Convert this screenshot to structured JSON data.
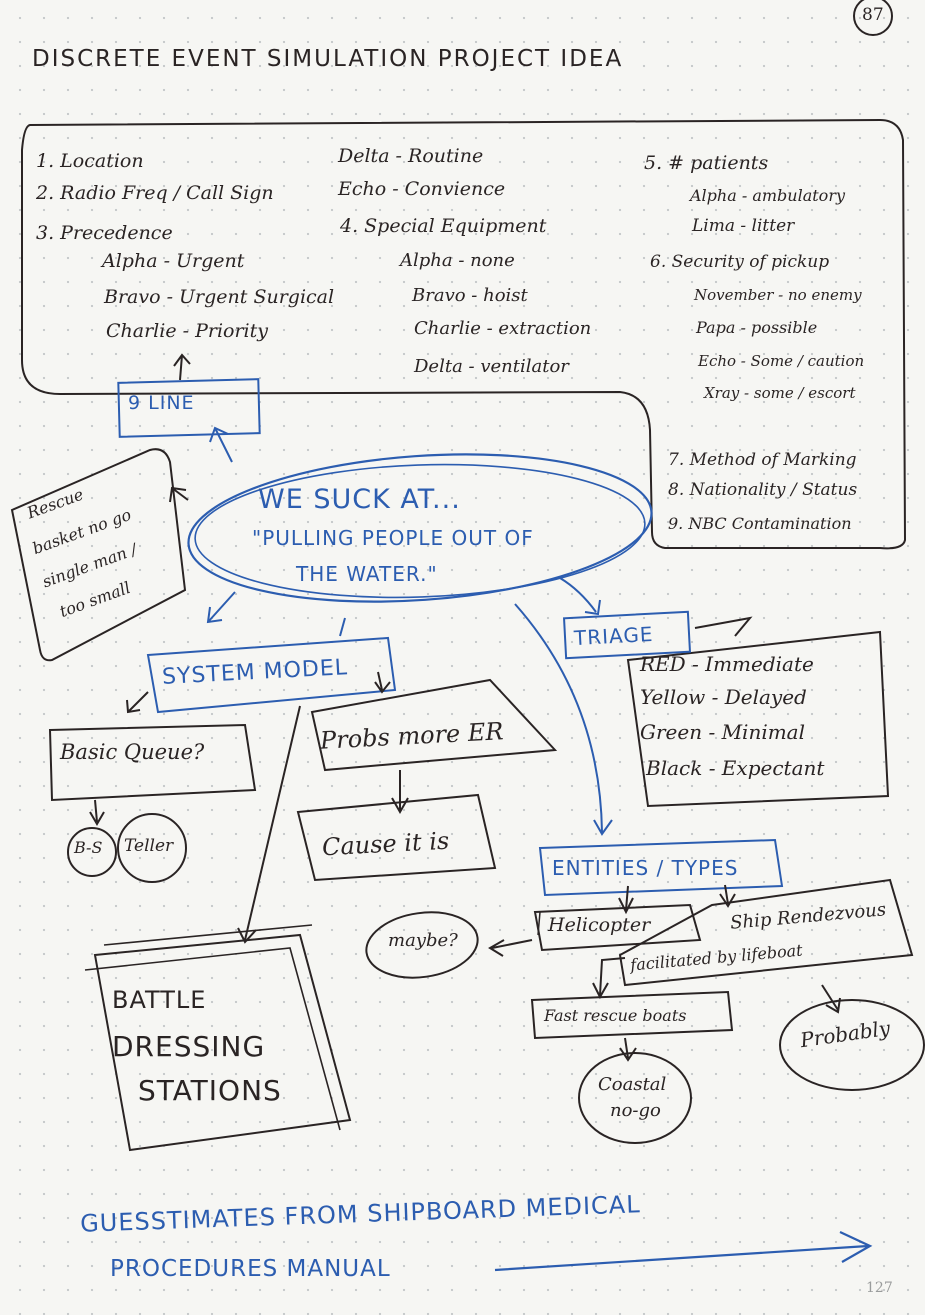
{
  "page_number": "87",
  "footer_number": "127",
  "title": "DISCRETE EVENT SIMULATION PROJECT IDEA",
  "nine_line": {
    "label": "9 LINE",
    "col1": [
      "1. Location",
      "2. Radio Freq / Call Sign",
      "3. Precedence",
      "Alpha - Urgent",
      "Bravo - Urgent Surgical",
      "Charlie - Priority"
    ],
    "col2": [
      "Delta - Routine",
      "Echo - Convience",
      "4. Special Equipment",
      "Alpha - none",
      "Bravo - hoist",
      "Charlie - extraction",
      "Delta - ventilator"
    ],
    "col3": [
      "5. # patients",
      "Alpha - ambulatory",
      "Lima - litter",
      "6. Security of pickup",
      "November - no enemy",
      "Papa - possible",
      "Echo - Some / caution",
      "Xray - some / escort",
      "7. Method of Marking",
      "8. Nationality / Status",
      "9. NBC Contamination"
    ]
  },
  "side_note": [
    "Rescue",
    "basket no go",
    "single man /",
    "too small"
  ],
  "central_problem": [
    "WE SUCK AT...",
    "\"PULLING PEOPLE OUT OF",
    "THE WATER.\""
  ],
  "system_model": "SYSTEM MODEL",
  "basic_queue": "Basic Queue?",
  "basic_circles": [
    "B-S",
    "Teller"
  ],
  "probs_er": "Probs more ER",
  "cause_it_is": "Cause it is",
  "battle_dressing": [
    "BATTLE",
    "DRESSING",
    "STATIONS"
  ],
  "triage": {
    "label": "TRIAGE",
    "items": [
      "RED - Immediate",
      "Yellow - Delayed",
      "Green - Minimal",
      "Black - Expectant"
    ]
  },
  "entities": {
    "label": "ENTITIES / TYPES",
    "helicopter": "Helicopter",
    "ship_rendezvous": "Ship Rendezvous",
    "by_lifeboat": "facilitated by lifeboat",
    "fast_boats": "Fast rescue boats",
    "maybe": "maybe?",
    "probably": "Probably",
    "coastal": [
      "Coastal",
      "no-go"
    ]
  },
  "bottom_note": [
    "GUESSTIMATES FROM SHIPBOARD MEDICAL",
    "PROCEDURES MANUAL"
  ]
}
